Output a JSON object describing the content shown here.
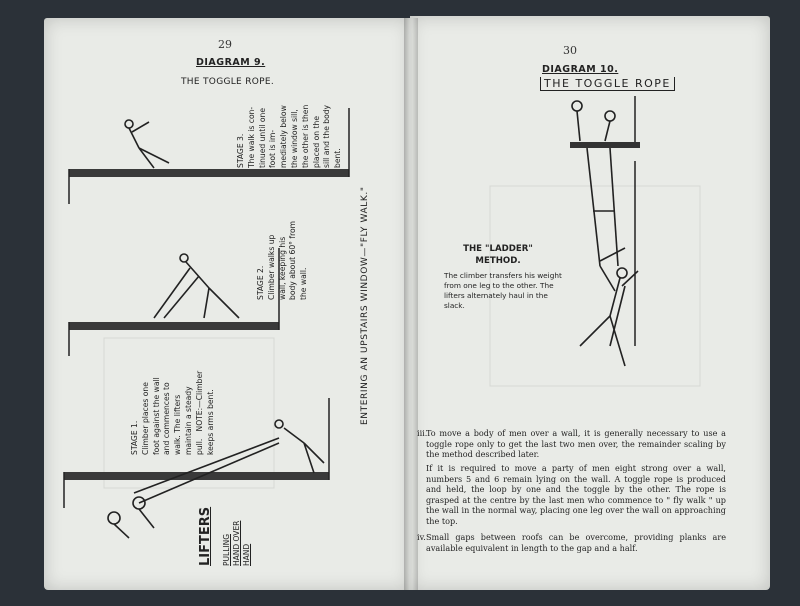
{
  "left_page": {
    "page_number": "29",
    "diagram_title": "DIAGRAM 9.",
    "subtitle": "THE TOGGLE ROPE.",
    "stage3": "STAGE 3.\nThe walk is con-\ntinued until one\nfoot is im-\nmediately below\nthe window sill,\nthe other is then\nplaced on the\nsill and the body\nbent.",
    "stage2": "STAGE 2.\nClimber walks up\nwall, keeping his\nbody about 60° from\nthe wall.",
    "stage1": "STAGE 1.\nClimber places one\nfoot against the wall\nand commences to\nwalk. The lifters\nmaintain a steady\npull.   NOTE:—Climber\nkeeps arms bent.",
    "side_caption": "ENTERING AN UPSTAIRS WINDOW—\"FLY WALK.\"",
    "lifters_label": "LIFTERS",
    "pulling_label": "PULLING\nHAND OVER\nHAND"
  },
  "right_page": {
    "page_number": "30",
    "diagram_title": "DIAGRAM 10.",
    "subtitle": "THE TOGGLE ROPE",
    "ladder_heading": "THE \"LADDER\"\nMETHOD.",
    "ladder_text": "The climber transfers his weight from one leg to the other. The lifters alternately haul in the slack.",
    "item_iii_num": "iii.",
    "item_iii_p1": "To move a body of men over a wall, it is generally necessary to use a toggle rope only to get the last two men over, the remainder scaling by the method described later.",
    "item_iii_p2": "If it is required to move a party of men eight strong over a wall, numbers 5 and 6 remain lying on the wall. A toggle rope is produced and held, the loop by one and the toggle by the other. The rope is grasped at the centre by the last men who commence to \" fly walk \" up the wall in the normal way, placing one leg over the wall on approaching the top.",
    "item_iv_num": "iv.",
    "item_iv": "Small gaps between roofs can be overcome, providing planks are available equivalent in length to the gap and a half."
  },
  "colors": {
    "paper": "#e9ebe7",
    "background": "#2b3138",
    "ink": "#222222"
  }
}
